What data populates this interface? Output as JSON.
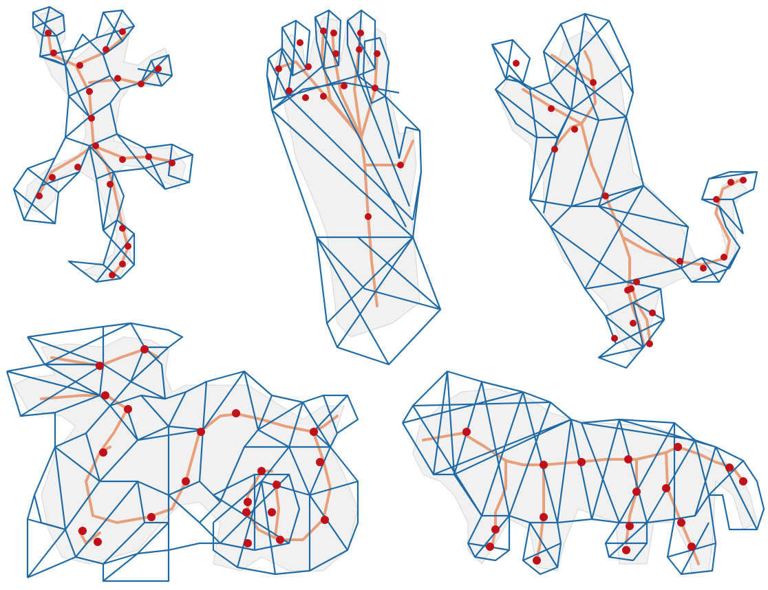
{
  "figure": {
    "colors": {
      "background": "#ffffff",
      "cage": "#1f6aa5",
      "skeleton": "#e8a07c",
      "joint": "#c0101a",
      "mesh": "#f1f1f1",
      "mesh_edge": "#d4d4d4"
    },
    "panels": [
      {
        "name": "gecko"
      },
      {
        "name": "hand"
      },
      {
        "name": "cat"
      },
      {
        "name": "dragon"
      },
      {
        "name": "lion"
      }
    ]
  }
}
